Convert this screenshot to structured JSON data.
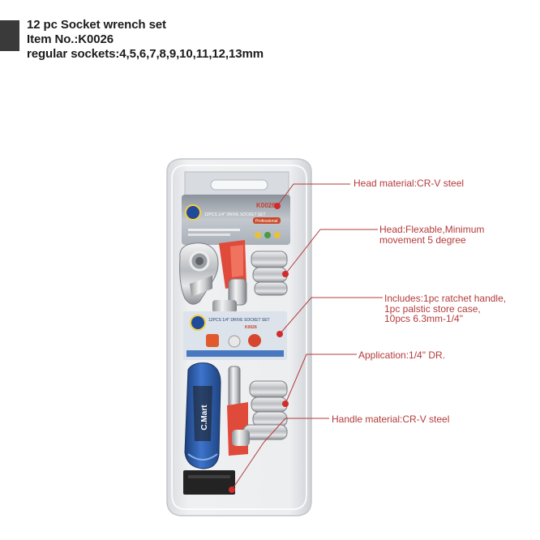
{
  "header": {
    "title": "12 pc Socket wrench set",
    "item_no": "Item No.:K0026",
    "sockets": "regular sockets:4,5,6,7,8,9,10,11,12,13mm"
  },
  "callouts": {
    "head_material": "Head material:CR-V steel",
    "head_line1": "Head:Flexable,Minimum",
    "head_line2": "movement 5 degree",
    "includes_line1": "Includes:1pc ratchet handle,",
    "includes_line2": "1pc palstic store case,",
    "includes_line3": "10pcs 6.3mm-1/4\"",
    "application": "Application:1/4\" DR.",
    "handle_material": "Handle material:CR-V steel"
  },
  "package": {
    "model_code": "K0026",
    "card_title": "12PCS 1/4\" DRIVE SOCKET SET",
    "badge": "Professional",
    "insert_title": "12PCS 1/4\" DRIVE SOCKET SET",
    "insert_code": "K0026",
    "handle_brand": "C.Mart"
  },
  "colors": {
    "header_text": "#1c1c1c",
    "callout_text": "#b43a3a",
    "leader_line": "#b43a3a",
    "handle_blue": "#2f63b8",
    "socket_rack": "#e04a3a"
  }
}
